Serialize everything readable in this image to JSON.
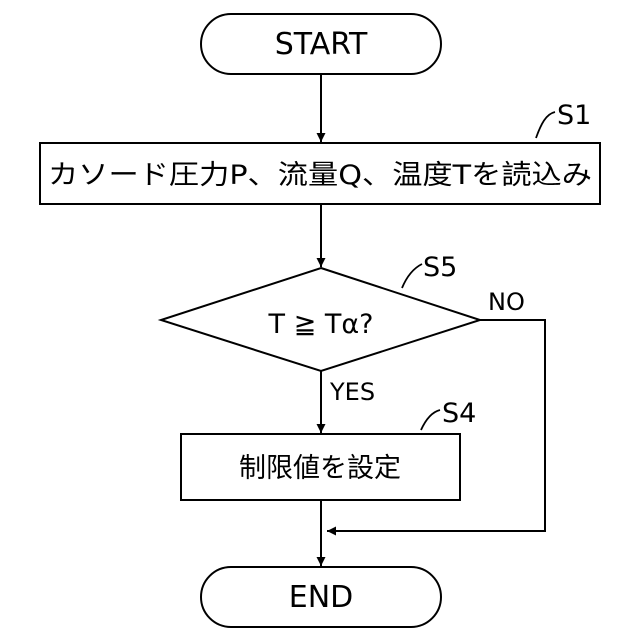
{
  "flowchart": {
    "start": {
      "label": "START"
    },
    "read_step": {
      "step_id": "S1",
      "label": "カソード圧力P、流量Q、温度Tを読込み"
    },
    "decision": {
      "step_id": "S5",
      "label": "T ≧ Tα?",
      "yes_label": "YES",
      "no_label": "NO"
    },
    "set_step": {
      "step_id": "S4",
      "label": "制限値を設定"
    },
    "end": {
      "label": "END"
    }
  }
}
